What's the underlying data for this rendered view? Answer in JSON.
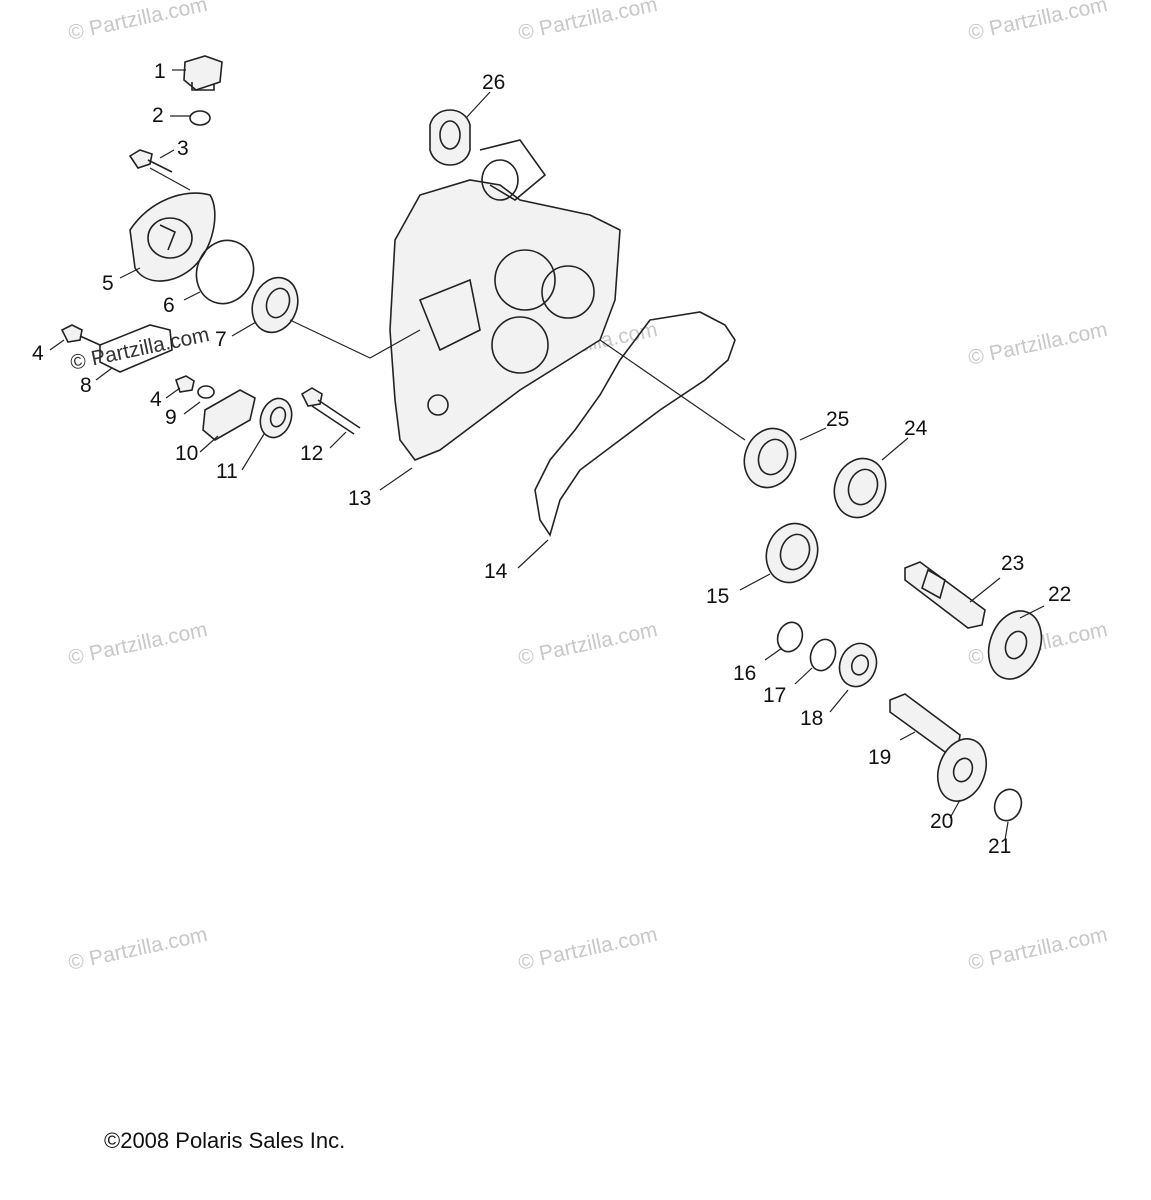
{
  "copyright": "©2008 Polaris Sales Inc.",
  "watermark": "© Partzilla.com",
  "colors": {
    "line": "#222222",
    "watermark": "#c8c8c8",
    "background": "#ffffff"
  },
  "callouts": [
    "1",
    "2",
    "3",
    "4",
    "5",
    "6",
    "7",
    "8",
    "4",
    "9",
    "10",
    "11",
    "12",
    "13",
    "14",
    "15",
    "16",
    "17",
    "18",
    "19",
    "20",
    "21",
    "22",
    "23",
    "24",
    "25",
    "26"
  ]
}
